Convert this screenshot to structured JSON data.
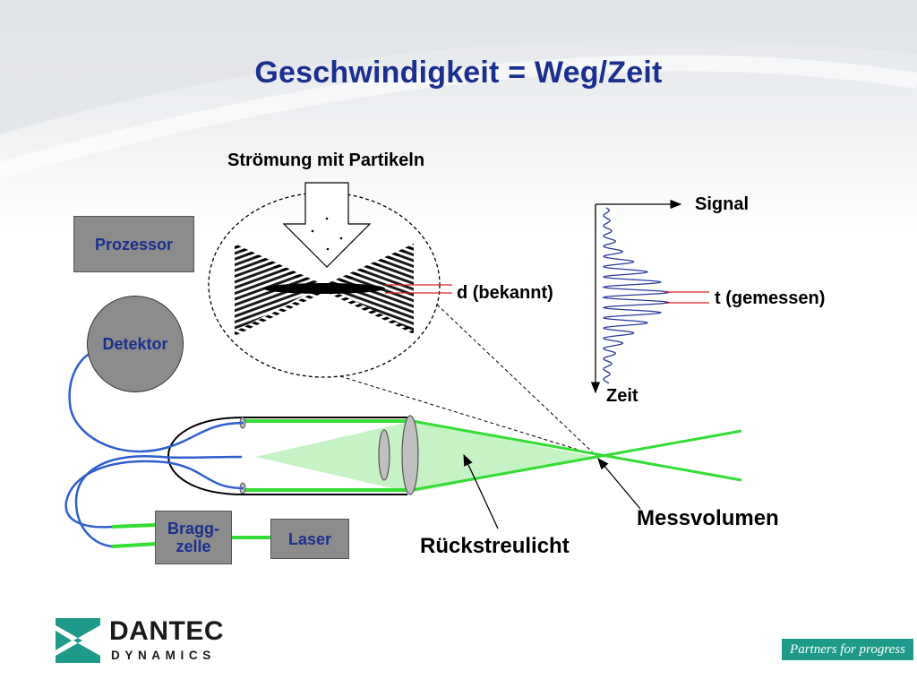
{
  "slide": {
    "title": "Geschwindigkeit = Weg/Zeit"
  },
  "diagram": {
    "flow_label": "Strömung mit Partikeln",
    "fringe_spacing_label": "d (bekannt)",
    "signal_axis_label": "Signal",
    "time_axis_label": "Zeit",
    "time_measured_label": "t (gemessen)",
    "measurement_volume_label": "Messvolumen",
    "backscatter_label": "Rückstreulicht",
    "processor_label": "Prozessor",
    "detector_label": "Detektor",
    "bragg_cell_label_line1": "Bragg-",
    "bragg_cell_label_line2": "zelle",
    "laser_label": "Laser"
  },
  "footer": {
    "logo_line1": "DANTEC",
    "logo_line2": "DYNAMICS",
    "tagline": "Partners for progress"
  },
  "colors": {
    "title": "#1b2f8f",
    "box_fill": "#8c8c8c",
    "beam_green": "#33dd33",
    "fiber_blue": "#2f5fcc",
    "logo_teal": "#1e9a8a",
    "signal_wave": "#2a3a9a",
    "marker_red": "#dd2222"
  }
}
